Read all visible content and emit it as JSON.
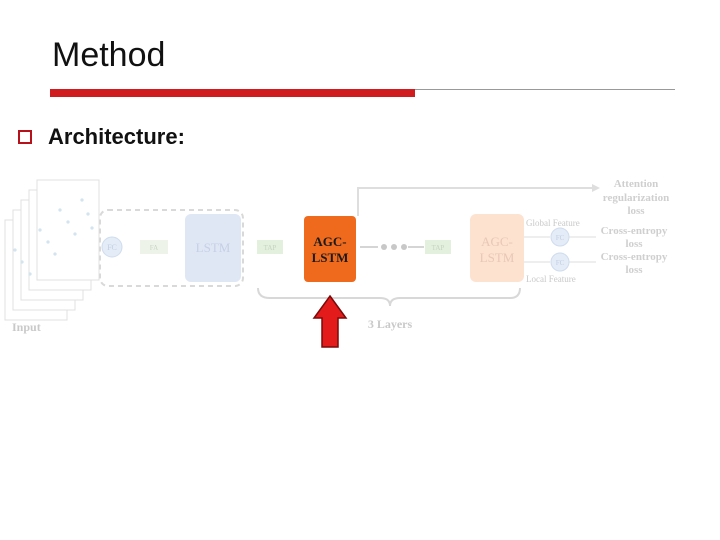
{
  "header": {
    "title": "Method"
  },
  "bullet": {
    "label": "Architecture:"
  },
  "colors": {
    "accent_red": "#d01c1f",
    "rule_gray": "#999999",
    "bullet_border": "#b5121b",
    "highlight_orange": "#f06a1d",
    "faded_blue": "#dfe7f5",
    "faded_green": "#e4f0de",
    "faded_orange": "#fde2d0"
  },
  "diagram": {
    "input_label": "Input",
    "fc_label": "FC",
    "fa_label": "FA",
    "lstm_label": "LSTM",
    "tap_label": "TAP",
    "agc_lstm_line1": "AGC-",
    "agc_lstm_line2": "LSTM",
    "layers_label": "3 Layers",
    "global_feature_label": "Global Feature",
    "local_feature_label": "Local Feature",
    "attention_loss_line1": "Attention",
    "attention_loss_line2": "regularization",
    "attention_loss_line3": "loss",
    "ce_loss_line1": "Cross-entropy",
    "ce_loss_line2": "loss",
    "arrow_icon": "red-up-arrow-icon"
  }
}
